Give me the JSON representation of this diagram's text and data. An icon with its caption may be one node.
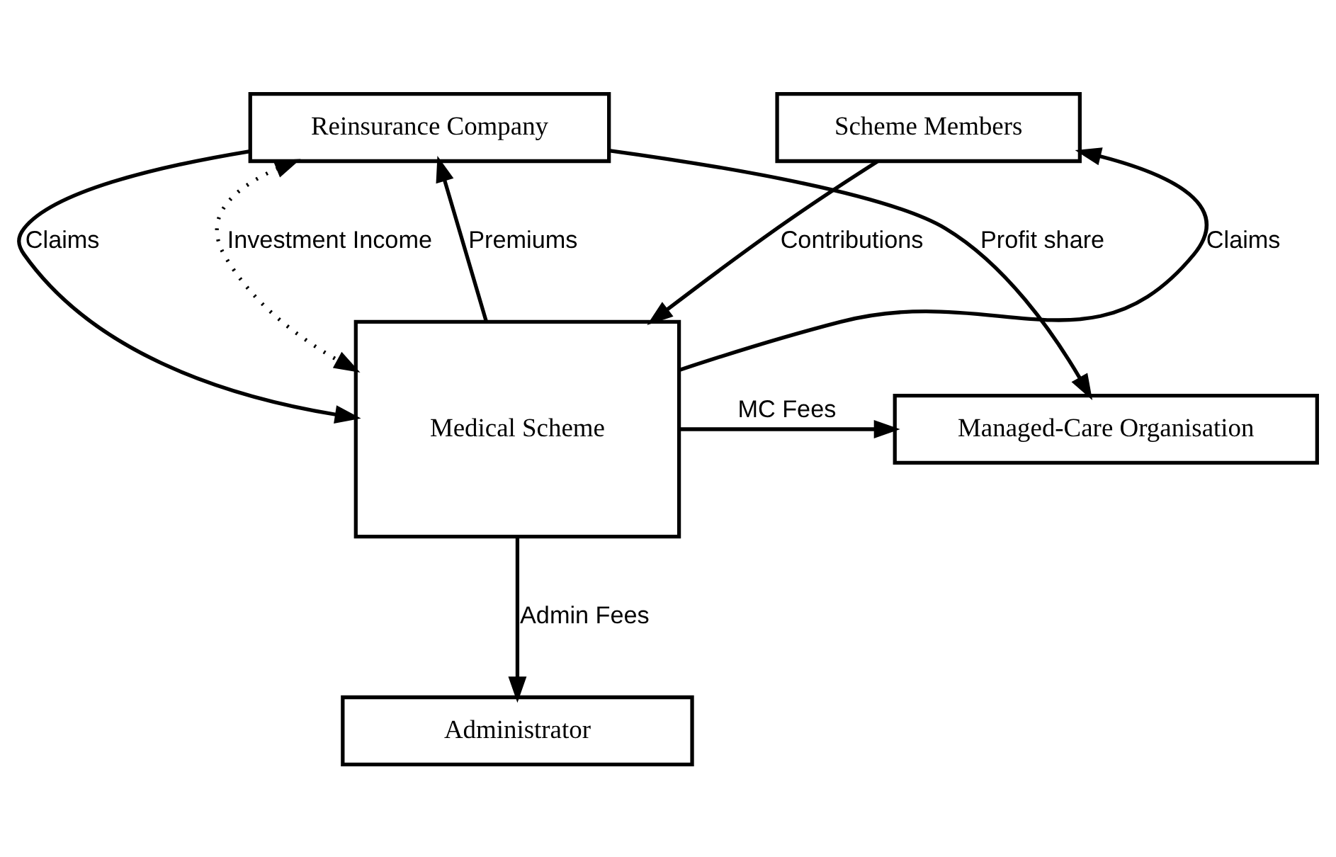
{
  "diagram": {
    "nodes": [
      {
        "text": [
          "Reinsurance Company"
        ]
      },
      {
        "text": [
          "Scheme Members"
        ]
      },
      {
        "text": [
          "Medical Scheme"
        ]
      },
      {
        "text": [
          "Managed-Care Organisation"
        ]
      },
      {
        "text": [
          "Administrator"
        ]
      }
    ],
    "edges": [
      {
        "from": 2,
        "to": 0,
        "arrow": "to",
        "label": "Premiums"
      },
      {
        "from": 0,
        "to": 2,
        "arrow": "to",
        "label": "Claims"
      },
      {
        "from": 0,
        "to": 3,
        "arrow": "to",
        "label": "Profit share"
      },
      {
        "from": 2,
        "to": 1,
        "arrow": "to",
        "label": "Claims"
      },
      {
        "from": 1,
        "to": 2,
        "arrow": "to",
        "label": "Contributions"
      },
      {
        "from": 2,
        "to": 3,
        "arrow": "to",
        "label": "MC Fees"
      },
      {
        "from": 2,
        "to": 4,
        "arrow": "to",
        "label": "Admin Fees"
      },
      {
        "from": 0,
        "to": 2,
        "arrow": "both",
        "label": "Investment Income",
        "style": "dashed"
      }
    ]
  }
}
